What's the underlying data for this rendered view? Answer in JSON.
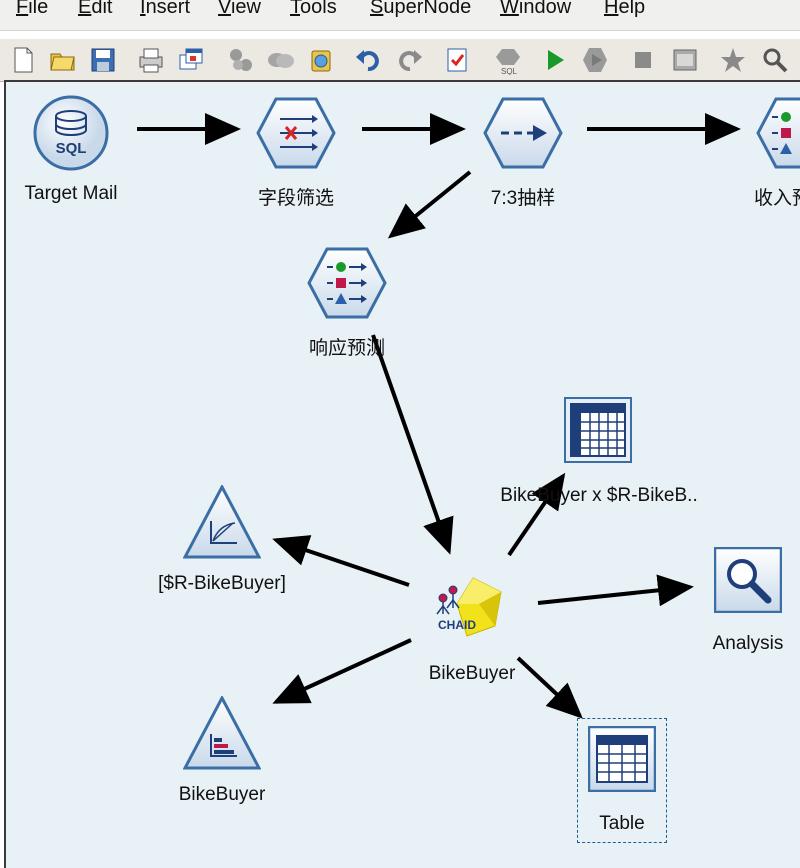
{
  "menubar": {
    "items": [
      {
        "first": "F",
        "rest": "ile"
      },
      {
        "first": "E",
        "rest": "dit"
      },
      {
        "first": "I",
        "rest": "nsert"
      },
      {
        "first": "V",
        "rest": "iew"
      },
      {
        "first": "T",
        "rest": "ools"
      },
      {
        "first": "S",
        "rest": "uperNode"
      },
      {
        "first": "W",
        "rest": "indow"
      },
      {
        "first": "H",
        "rest": "elp"
      }
    ]
  },
  "toolbar": {
    "icons": [
      "new-file-icon",
      "open-folder-icon",
      "save-icon",
      "print-icon",
      "copy-window-icon",
      "cut-icon",
      "paste-icon",
      "clipboard-icon",
      "undo-icon",
      "redo-icon",
      "check-icon",
      "sql-icon",
      "run-icon",
      "run-selection-icon",
      "stop-icon",
      "palette-icon",
      "star-icon",
      "zoom-icon"
    ]
  },
  "nodes": {
    "target_mail": "Target Mail",
    "field_filter": "字段筛选",
    "sample": "7:3抽样",
    "income": "收入预",
    "response": "响应预测",
    "bikebuyer_model": "BikeBuyer",
    "chaid_badge": "CHAID",
    "matrix": "BikeBuyer x $R-BikeB..",
    "r_bikebuyer": "[$R-BikeBuyer]",
    "analysis": "Analysis",
    "bikebuyer_dist": "BikeBuyer",
    "table": "Table"
  },
  "icons": {
    "sql_text": "SQL"
  },
  "colors": {
    "canvas": "#e8f1f6",
    "node_border": "#3a6ea5",
    "arrow": "#000000",
    "chaid": "#f2e21a"
  }
}
